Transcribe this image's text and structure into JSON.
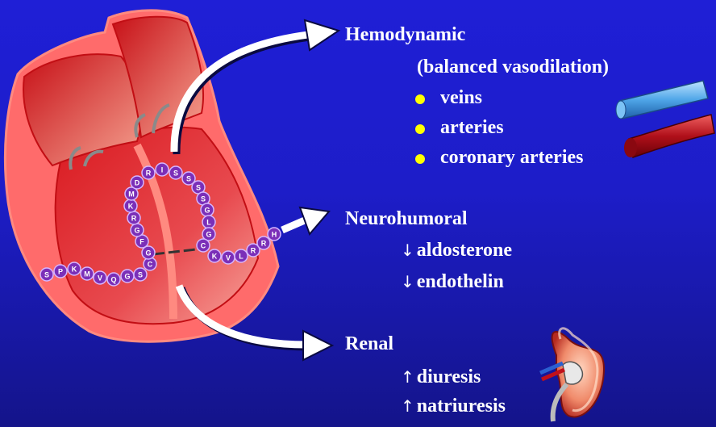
{
  "sections": {
    "hemodynamic": {
      "title": "Hemodynamic",
      "subtitle": "(balanced vasodilation)",
      "bullets": [
        "veins",
        "arteries",
        "coronary arteries"
      ]
    },
    "neurohumoral": {
      "title": "Neurohumoral",
      "items": [
        {
          "arrow": "↓",
          "text": "aldosterone"
        },
        {
          "arrow": "↓",
          "text": "endothelin"
        }
      ]
    },
    "renal": {
      "title": "Renal",
      "items": [
        {
          "arrow": "↑",
          "text": "diuresis"
        },
        {
          "arrow": "↑",
          "text": "natriuresis"
        }
      ]
    }
  },
  "peptide": {
    "tail": [
      "S",
      "P",
      "K",
      "M",
      "V",
      "Q",
      "G",
      "S"
    ],
    "ring": [
      "C",
      "G",
      "F",
      "G",
      "R",
      "K",
      "M",
      "D",
      "R",
      "I",
      "S",
      "S",
      "S",
      "S",
      "G",
      "L",
      "G",
      "C"
    ],
    "ctail": [
      "K",
      "V",
      "L",
      "R",
      "R",
      "H"
    ]
  },
  "colors": {
    "background": "#1d1dc8",
    "text": "#ffffff",
    "bullet": "#ffff00",
    "heart": "#e8383c",
    "heart_outer": "#ff6a6a",
    "residue": "#7b2fb8"
  }
}
